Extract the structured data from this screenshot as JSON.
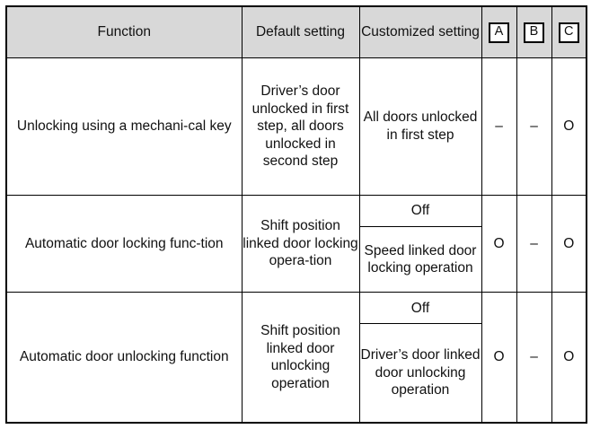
{
  "table": {
    "headers": {
      "function": "Function",
      "default_setting": "Default setting",
      "customized_setting": "Customized setting",
      "col_a": "A",
      "col_b": "B",
      "col_c": "C"
    },
    "marks": {
      "available": "O",
      "not_available": "–"
    },
    "colors": {
      "header_background": "#d8d8d8",
      "border": "#000000",
      "text": "#111111",
      "cell_background": "#ffffff"
    },
    "rows": [
      {
        "function": "Unlocking using a mechani-cal key",
        "default_setting": "Driver’s door unlocked in first step, all doors unlocked in second step",
        "customized_settings": [
          "All doors unlocked in first step"
        ],
        "a": "–",
        "b": "–",
        "c": "O"
      },
      {
        "function": "Automatic door locking func-tion",
        "default_setting": "Shift position linked door locking opera-tion",
        "customized_settings": [
          "Off",
          "Speed linked door locking operation"
        ],
        "a": "O",
        "b": "–",
        "c": "O"
      },
      {
        "function": "Automatic door unlocking function",
        "default_setting": "Shift position linked door unlocking operation",
        "customized_settings": [
          "Off",
          "Driver’s door linked door unlocking operation"
        ],
        "a": "O",
        "b": "–",
        "c": "O"
      }
    ]
  }
}
